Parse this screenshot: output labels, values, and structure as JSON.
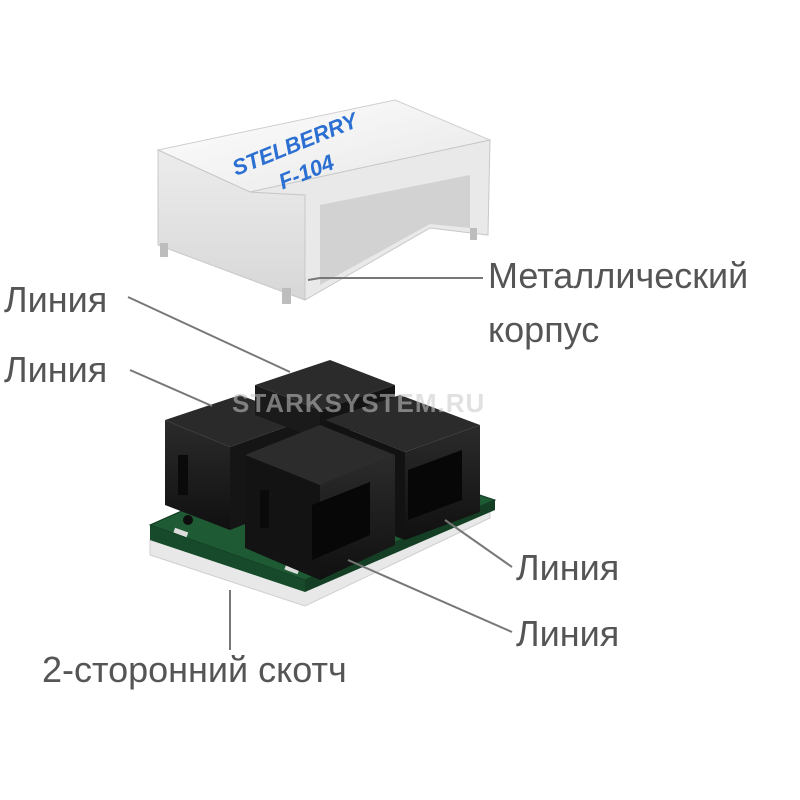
{
  "cover": {
    "brand": "STELBERRY",
    "model": "F-104"
  },
  "labels": {
    "line_top_left_1": "Линия",
    "line_top_left_2": "Линия",
    "metal_case_1": "Металлический",
    "metal_case_2": "корпус",
    "line_right_1": "Линия",
    "line_right_2": "Линия",
    "tape": "2-сторонний скотч"
  },
  "watermark": "STARKSYSTEM.RU",
  "colors": {
    "label_text": "#555555",
    "leader_line": "#777777",
    "brand_text": "#2a6fd1",
    "jack_body": "#1c1c1c",
    "pcb": "#1e5a34",
    "cover": "#f2f2f2"
  }
}
